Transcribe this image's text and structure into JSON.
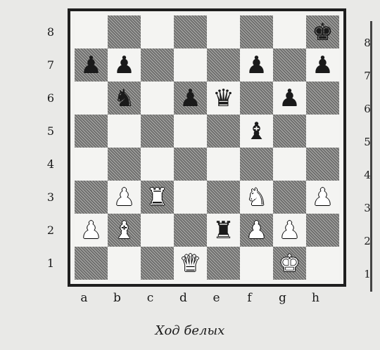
{
  "caption": "Ход белых",
  "ranks_left": [
    "8",
    "7",
    "6",
    "5",
    "4",
    "3",
    "2",
    "1"
  ],
  "ranks_right": [
    "8",
    "7",
    "6",
    "5",
    "4",
    "3",
    "2",
    "1"
  ],
  "files": [
    "a",
    "b",
    "c",
    "d",
    "e",
    "f",
    "g",
    "h"
  ],
  "pieces": {
    "h8": {
      "color": "b",
      "type": "K",
      "glyph": "♚",
      "name": "black-king"
    },
    "a7": {
      "color": "b",
      "type": "P",
      "glyph": "♟",
      "name": "black-pawn"
    },
    "b7": {
      "color": "b",
      "type": "P",
      "glyph": "♟",
      "name": "black-pawn"
    },
    "f7": {
      "color": "b",
      "type": "P",
      "glyph": "♟",
      "name": "black-pawn"
    },
    "h7": {
      "color": "b",
      "type": "P",
      "glyph": "♟",
      "name": "black-pawn"
    },
    "b6": {
      "color": "b",
      "type": "N",
      "glyph": "♞",
      "name": "black-knight"
    },
    "d6": {
      "color": "b",
      "type": "P",
      "glyph": "♟",
      "name": "black-pawn"
    },
    "e6": {
      "color": "b",
      "type": "Q",
      "glyph": "♛",
      "name": "black-queen"
    },
    "g6": {
      "color": "b",
      "type": "P",
      "glyph": "♟",
      "name": "black-pawn"
    },
    "f5": {
      "color": "b",
      "type": "B",
      "glyph": "♝",
      "name": "black-bishop"
    },
    "b3": {
      "color": "w",
      "type": "P",
      "glyph": "♟",
      "name": "white-pawn"
    },
    "c3": {
      "color": "w",
      "type": "R",
      "glyph": "♜",
      "name": "white-rook"
    },
    "f3": {
      "color": "w",
      "type": "N",
      "glyph": "♞",
      "name": "white-knight"
    },
    "h3": {
      "color": "w",
      "type": "P",
      "glyph": "♟",
      "name": "white-pawn"
    },
    "a2": {
      "color": "w",
      "type": "P",
      "glyph": "♟",
      "name": "white-pawn"
    },
    "b2": {
      "color": "w",
      "type": "B",
      "glyph": "♝",
      "name": "white-bishop"
    },
    "e2": {
      "color": "b",
      "type": "R",
      "glyph": "♜",
      "name": "black-rook"
    },
    "f2": {
      "color": "w",
      "type": "P",
      "glyph": "♟",
      "name": "white-pawn"
    },
    "g2": {
      "color": "w",
      "type": "P",
      "glyph": "♟",
      "name": "white-pawn"
    },
    "d1": {
      "color": "w",
      "type": "Q",
      "glyph": "♛",
      "name": "white-queen"
    },
    "g1": {
      "color": "w",
      "type": "K",
      "glyph": "♚",
      "name": "white-king"
    }
  }
}
